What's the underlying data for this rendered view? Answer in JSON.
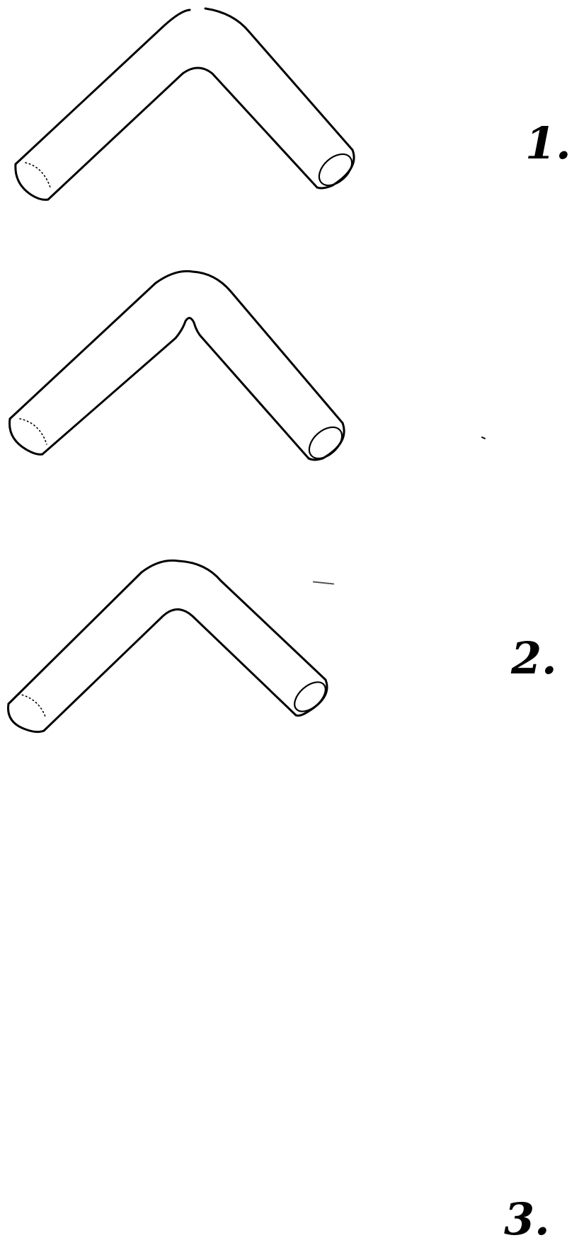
{
  "figures": [
    {
      "label": "1."
    },
    {
      "label": "2."
    },
    {
      "label": "3."
    }
  ],
  "colors": {
    "ink": "#000000",
    "paper": "#ffffff"
  }
}
